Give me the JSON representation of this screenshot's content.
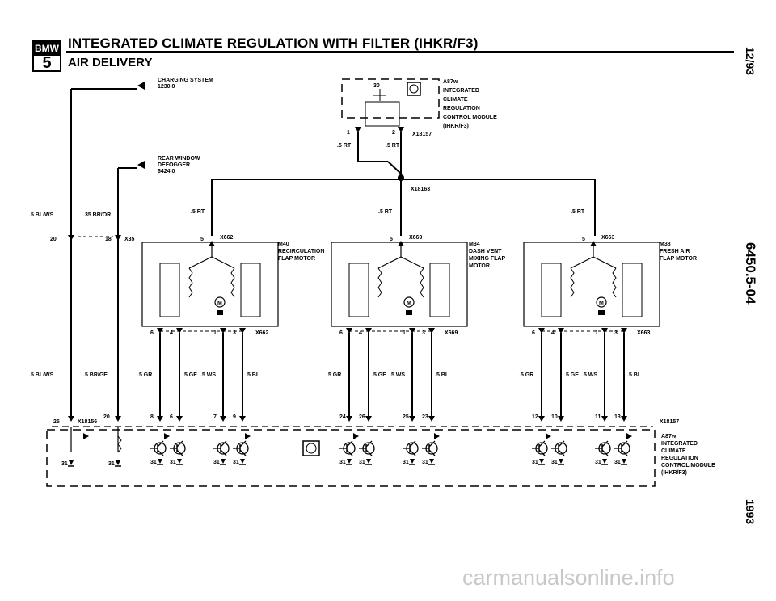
{
  "header": {
    "logo_top": "BMW",
    "logo_bottom": "5",
    "title": "INTEGRATED CLIMATE REGULATION WITH FILTER (IHKR/F3)",
    "subtitle": "AIR DELIVERY"
  },
  "side": {
    "date": "12/93",
    "code": "6450.5-04",
    "year": "1993"
  },
  "labels": {
    "charging": [
      "CHARGING SYSTEM",
      "1230.0"
    ],
    "defogger": [
      "REAR WINDOW",
      "DEFOGGER",
      "6424.0"
    ],
    "module": [
      "A87w",
      "INTEGRATED",
      "CLIMATE",
      "REGULATION",
      "CONTROL MODULE",
      "(IHKR/F3)"
    ],
    "m40": [
      "M40",
      "RECIRCULATION",
      "FLAP MOTOR"
    ],
    "m34": [
      "M34",
      "DASH VENT",
      "MIXING FLAP",
      "MOTOR"
    ],
    "m38": [
      "M38",
      "FRESH AIR",
      "FLAP MOTOR"
    ],
    "wire_bl_ws": ".5 BL/WS",
    "wire_br_or": ".35 BR/OR",
    "wire_rt": ".5 RT",
    "wire_br_ge": ".5 BR/GE",
    "wire_gr": ".5 GR",
    "wire_ge": ".5 GE",
    "wire_ws": ".5 WS",
    "wire_bl": ".5 BL",
    "x18157": "X18157",
    "x18163": "X18163",
    "x18156": "X18156",
    "x35": "X35",
    "x662": "X662",
    "x669": "X669",
    "x663": "X663",
    "ground": "31",
    "pin_30": "30"
  },
  "watermark": "carmanualsonline.info"
}
